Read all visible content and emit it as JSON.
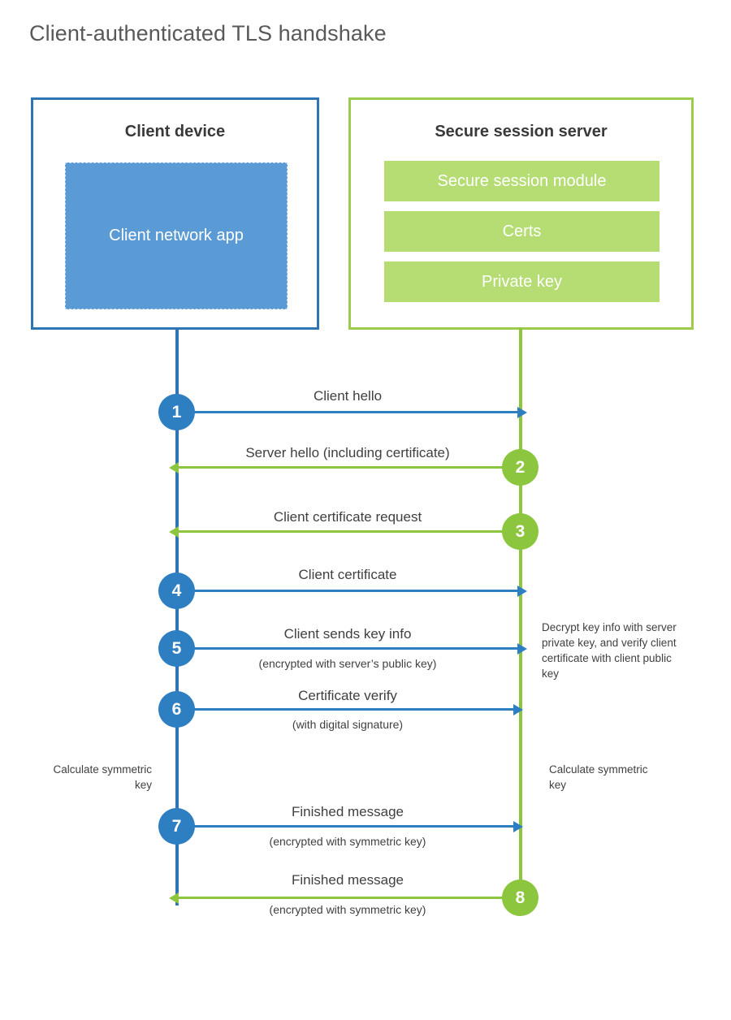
{
  "title": "Client-authenticated TLS handshake",
  "colors": {
    "client_border": "#2e75b6",
    "client_fill": "#5b9bd5",
    "server_border": "#9dcb4b",
    "server_fill": "#b5dd74",
    "client_line": "#2e7fc2",
    "server_line": "#8cc63e",
    "title_text": "#595959",
    "body_text": "#404040",
    "background": "#ffffff"
  },
  "parties": {
    "client": {
      "title": "Client device",
      "components": [
        "Client network app"
      ]
    },
    "server": {
      "title": "Secure session server",
      "components": [
        "Secure session module",
        "Certs",
        "Private key"
      ]
    }
  },
  "steps": [
    {
      "number": "1",
      "label": "Client hello",
      "sub": "",
      "direction": "client-to-server",
      "color": "blue"
    },
    {
      "number": "2",
      "label": "Server hello (including certificate)",
      "sub": "",
      "direction": "server-to-client",
      "color": "green"
    },
    {
      "number": "3",
      "label": "Client certificate request",
      "sub": "",
      "direction": "server-to-client",
      "color": "green"
    },
    {
      "number": "4",
      "label": "Client certificate",
      "sub": "",
      "direction": "client-to-server",
      "color": "blue"
    },
    {
      "number": "5",
      "label": "Client sends key info",
      "sub": "(encrypted with server’s public key)",
      "direction": "client-to-server",
      "color": "blue"
    },
    {
      "number": "6",
      "label": "Certificate verify",
      "sub": "(with digital signature)",
      "direction": "client-to-server",
      "color": "blue"
    },
    {
      "number": "7",
      "label": "Finished message",
      "sub": "(encrypted with symmetric key)",
      "direction": "client-to-server",
      "color": "blue"
    },
    {
      "number": "8",
      "label": "Finished message",
      "sub": "(encrypted with symmetric key)",
      "direction": "server-to-client",
      "color": "green"
    }
  ],
  "annotations": {
    "server_decrypt": "Decrypt key info with server private key, and verify client certificate with client public key",
    "client_calc": "Calculate symmetric key",
    "server_calc": "Calculate symmetric key"
  }
}
